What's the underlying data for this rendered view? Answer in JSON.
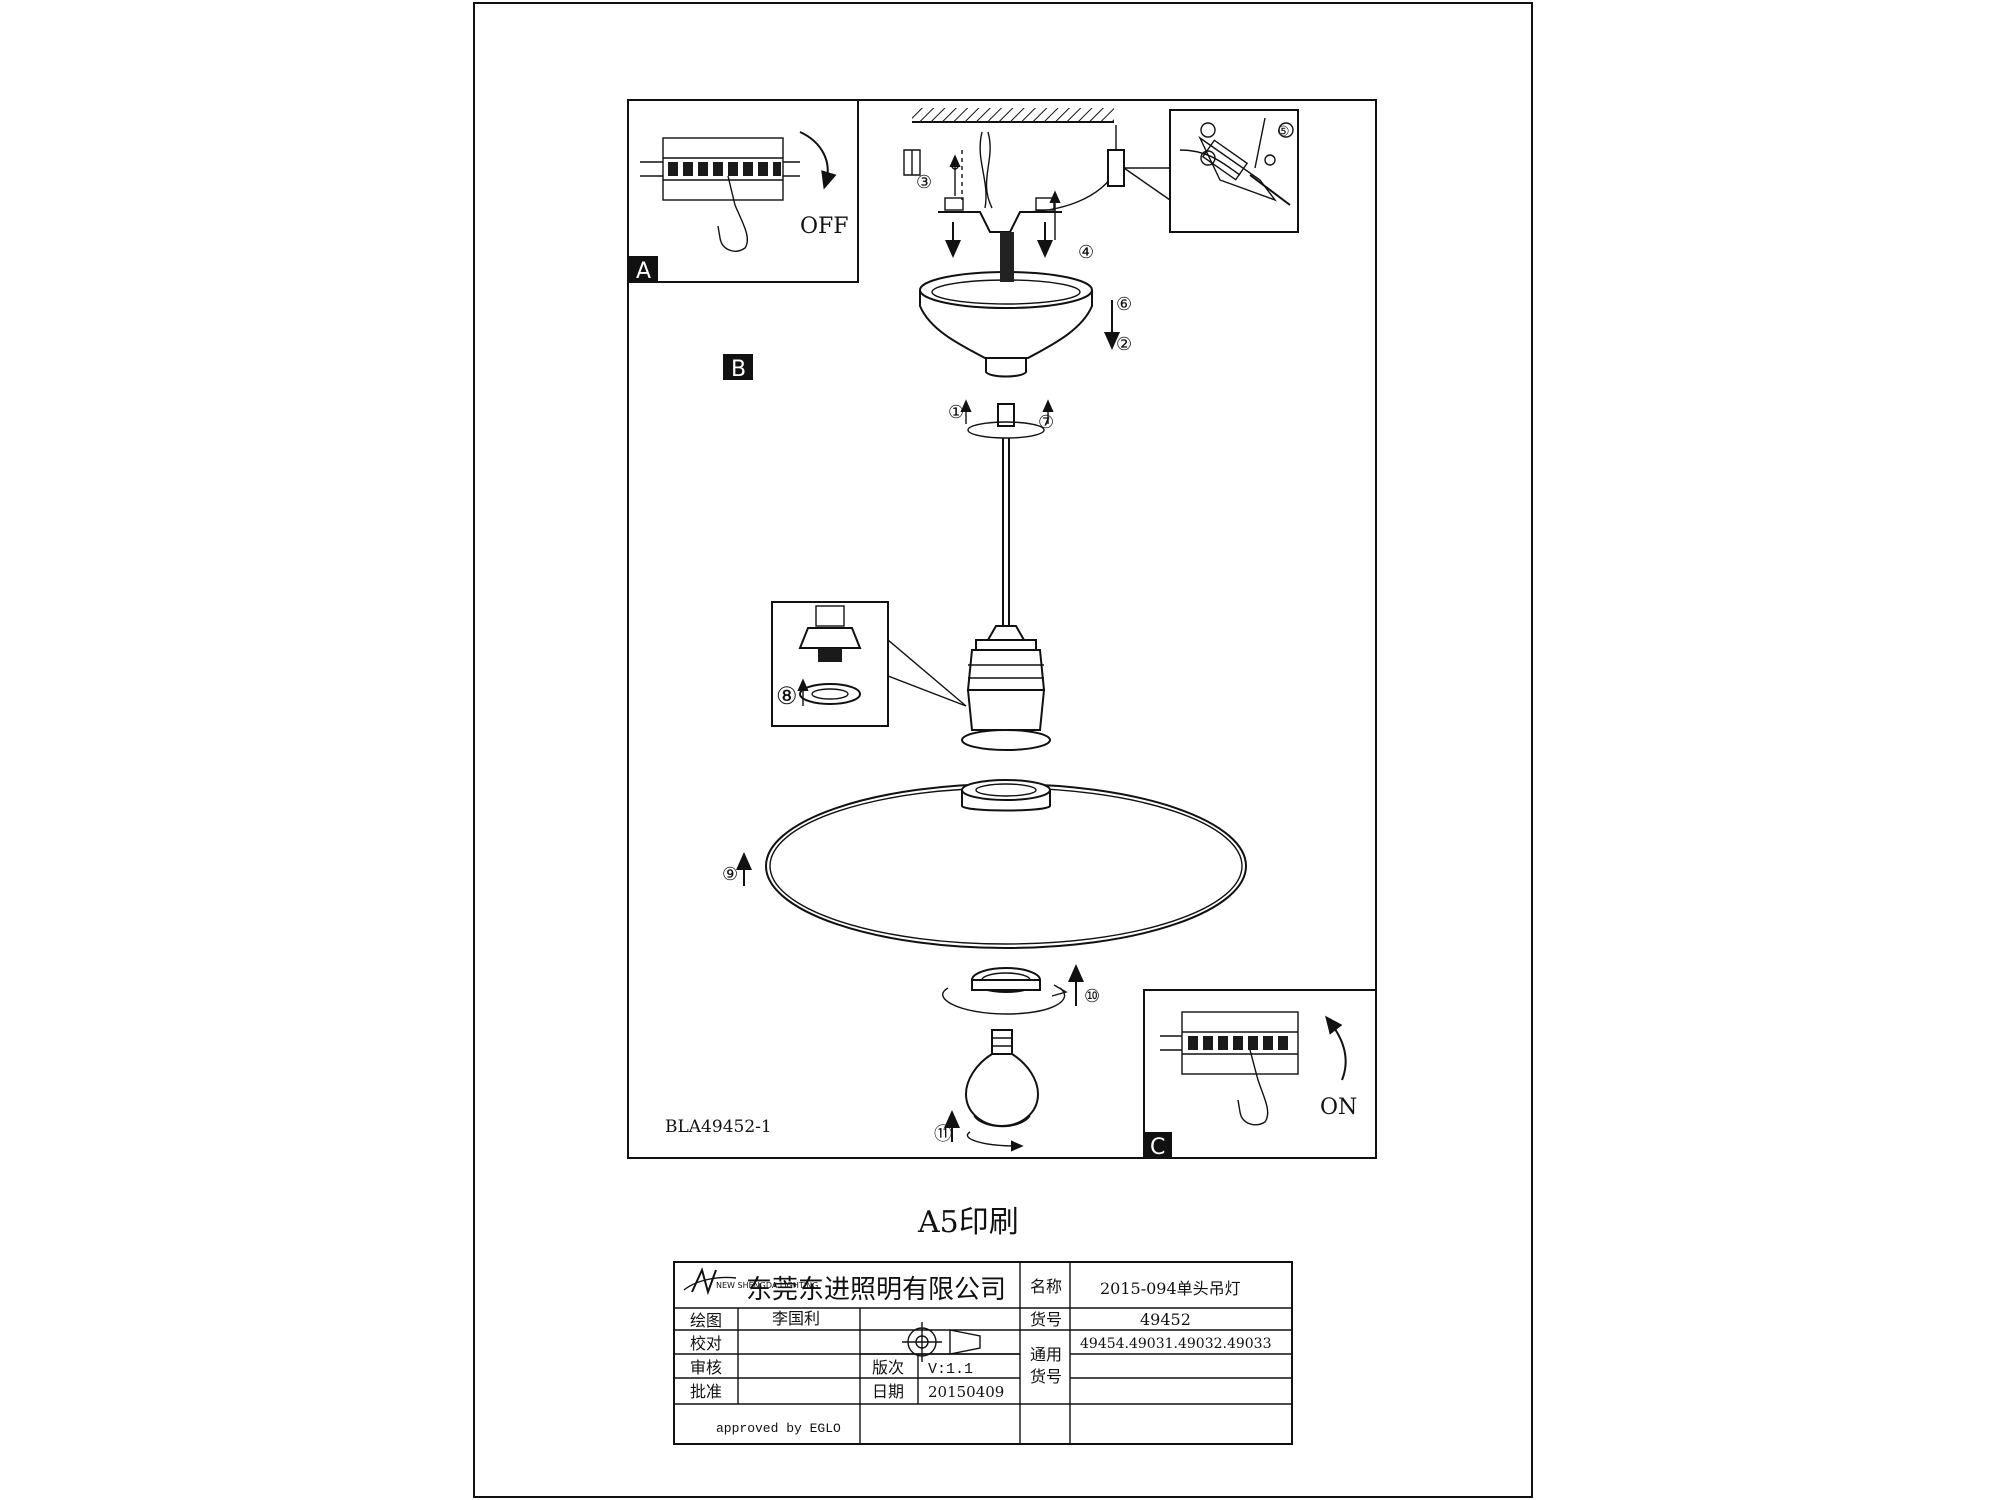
{
  "panels": {
    "a": {
      "letter": "A",
      "state": "OFF"
    },
    "b": {
      "letter": "B"
    },
    "c": {
      "letter": "C",
      "state": "ON"
    }
  },
  "steps": [
    "①",
    "②",
    "③",
    "④",
    "⑤",
    "⑥",
    "⑦",
    "⑧",
    "⑨",
    "⑩",
    "⑪"
  ],
  "model_code": "BLA49452-1",
  "print_note": "A5印刷",
  "title_block": {
    "company": "东莞东进照明有限公司",
    "logo_text": "NEW SHENGDA LIGHTING",
    "rows": [
      {
        "label": "绘图",
        "value": "李国利"
      },
      {
        "label": "校对",
        "value": ""
      },
      {
        "label": "审核",
        "value": ""
      },
      {
        "label": "批准",
        "value": ""
      }
    ],
    "name_label": "名称",
    "name_value": "2015-094单头吊灯",
    "item_label": "货号",
    "item_value": "49452",
    "common_label_1": "通用",
    "common_label_2": "货号",
    "common_value": "49454.49031.49032.49033",
    "version_label": "版次",
    "version_value": "V:1.1",
    "date_label": "日期",
    "date_value": "20150409",
    "approved": "approved by EGLO"
  }
}
